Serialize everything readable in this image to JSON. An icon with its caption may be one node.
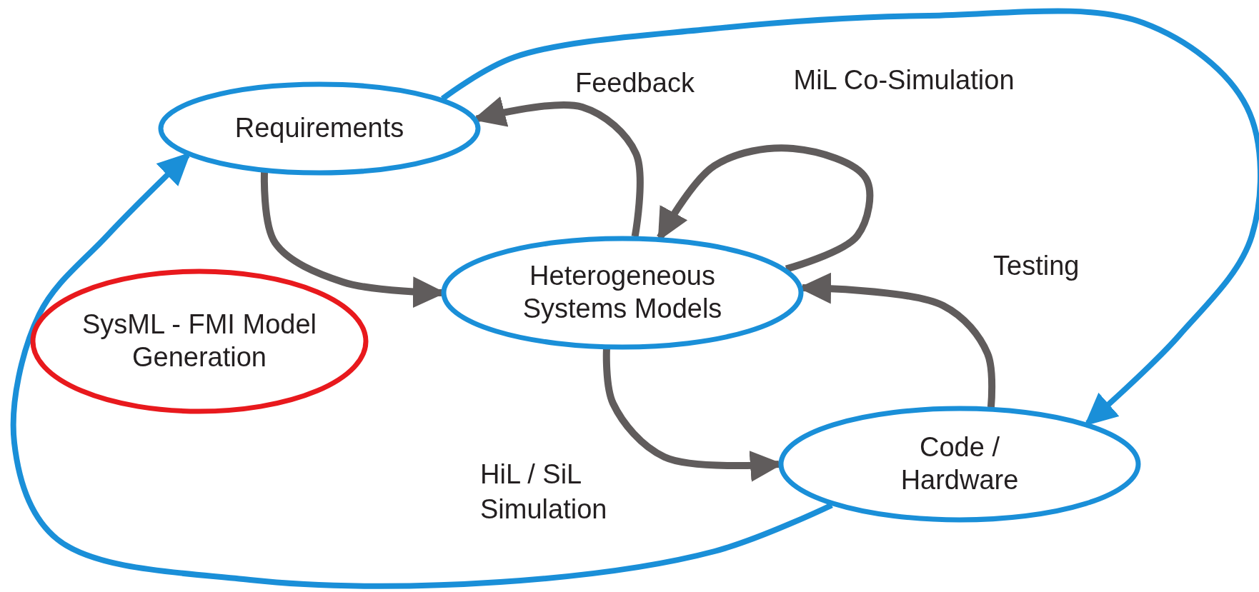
{
  "diagram": {
    "nodes": [
      {
        "text": [
          "Requirements"
        ]
      },
      {
        "text": [
          "Heterogeneous Systems Models"
        ]
      },
      {
        "text": [
          "SysML - FMI Model Generation"
        ]
      },
      {
        "text": [
          "Code / Hardware"
        ]
      }
    ],
    "edges": [
      {
        "from": 0,
        "to": 1,
        "arrow": "to"
      },
      {
        "from": 1,
        "to": 0,
        "arrow": "to",
        "label": "Feedback"
      },
      {
        "from": 1,
        "to": 1,
        "arrow": "to",
        "label": "MiL Co-Simulation"
      },
      {
        "from": 3,
        "to": 1,
        "arrow": "to",
        "label": "Testing"
      },
      {
        "from": 1,
        "to": 3,
        "arrow": "to",
        "label": "HiL / SiL Simulation"
      },
      {
        "from": 0,
        "to": 3,
        "arrow": "to",
        "color": "#1a8fd8"
      },
      {
        "from": 3,
        "to": 0,
        "arrow": "to",
        "color": "#1a8fd8"
      }
    ]
  }
}
